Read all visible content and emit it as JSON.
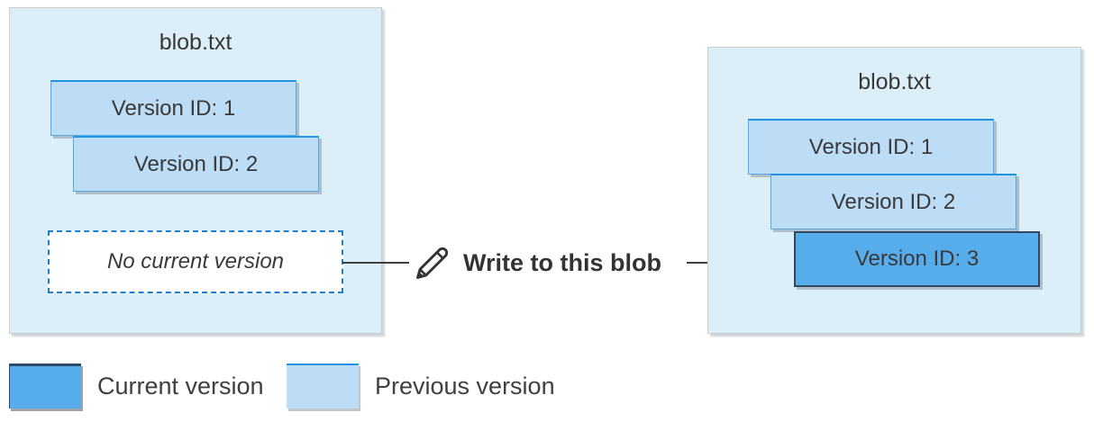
{
  "left_blob": {
    "title": "blob.txt",
    "versions": [
      {
        "label": "Version ID: 1",
        "state": "previous"
      },
      {
        "label": "Version ID: 2",
        "state": "previous"
      }
    ],
    "placeholder": "No current version"
  },
  "action": {
    "icon": "pencil-icon",
    "label": "Write to this blob"
  },
  "right_blob": {
    "title": "blob.txt",
    "versions": [
      {
        "label": "Version ID: 1",
        "state": "previous"
      },
      {
        "label": "Version ID: 2",
        "state": "previous"
      },
      {
        "label": "Version ID: 3",
        "state": "current"
      }
    ]
  },
  "legend": [
    {
      "label": "Current version",
      "swatch_color": "#57adeb"
    },
    {
      "label": "Previous version",
      "swatch_color": "#bddcf5"
    }
  ],
  "colors": {
    "container_bg": "#dceef8",
    "previous_version_fill": "#bddcf5",
    "previous_version_border": "#2193e0",
    "current_version_fill": "#57adeb",
    "current_version_border": "#33475e",
    "dashed_border": "#1e7fd0",
    "arrow": "#404040",
    "text": "#383838"
  }
}
